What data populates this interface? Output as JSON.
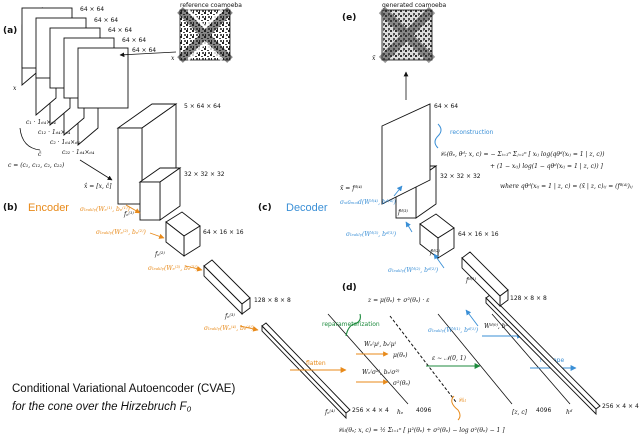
{
  "panels": {
    "a": "(a)",
    "b": "(b)",
    "c": "(c)",
    "d": "(d)",
    "e": "(e)"
  },
  "titles": {
    "encoder": "Encoder",
    "decoder": "Decoder",
    "reference": "reference coamoeba",
    "generated": "generated coamoeba"
  },
  "colors": {
    "encoder": "#e88a1a",
    "decoder": "#3a8fd6",
    "green": "#1c8a3c"
  },
  "caption": {
    "line1": "Conditional Variational Autoencoder (CVAE)",
    "line2": "for the cone over the Hirzebruch F₀"
  },
  "a": {
    "dims": [
      "64 × 64",
      "64 × 64",
      "64 × 64",
      "64 × 64",
      "64 × 64"
    ],
    "x_label": "x",
    "x_ref_label": "x",
    "c_terms": [
      "c₁ · 1₆₄×₆₄",
      "c₁₂ · 1₆₄×₆₄",
      "c₂ · 1₆₄×₆₄",
      "c₂₂ · 1₆₄×₆₄"
    ],
    "c_hat": "ĉ",
    "c_vector": "c = (c₁, c₁₂, c₂, c₂₂)"
  },
  "encoder": {
    "input_label": "x̂ = [x, ĉ]",
    "input_dim": "5 × 64 × 64",
    "dims": [
      "32 × 32 × 32",
      "64 × 16 × 16",
      "128 × 8 × 8",
      "256 × 4 × 4"
    ],
    "ops": [
      "σₗₑₐₖₗᵧ(Wₑ⁽¹⁾, bₑ⁽¹⁾)",
      "σₗₑₐₖₗᵧ(Wₑ⁽²⁾, bₑ⁽²⁾)",
      "σₗₑₐₖₗᵧ(Wₑ⁽³⁾, bₑ⁽³⁾)",
      "σₗₑₐₖₗᵧ(Wₑ⁽⁴⁾, bₑ⁽⁴⁾)"
    ],
    "layers": [
      "fₑ⁽¹⁾",
      "fₑ⁽²⁾",
      "fₑ⁽³⁾",
      "fₑ⁽⁴⁾"
    ],
    "last_layer": "fₑ⁽⁵⁾"
  },
  "decoder": {
    "dims": [
      "64 × 64",
      "32 × 32 × 32",
      "64 × 16 × 16",
      "128 × 8 × 8",
      "256 × 4 × 4"
    ],
    "ops": [
      "σₛᵢɢₘₒᵢd(Wᵈ⁽⁴⁾, bᵈ⁽⁴⁾)",
      "σₗₑₐₖₗᵧ(Wᵈ⁽³⁾, bᵈ⁽³⁾)",
      "σₗₑₐₖₗᵧ(Wᵈ⁽²⁾, bᵈ⁽²⁾)",
      "σₗₑₐₖₗᵧ(Wᵈ⁽¹⁾, bᵈ⁽¹⁾)"
    ],
    "layers": [
      "fᵈ⁽⁴⁾",
      "fᵈ⁽³⁾",
      "fᵈ⁽²⁾",
      "fᵈ⁽¹⁾"
    ],
    "output_label": "x̃ = fᵈ⁽⁴⁾",
    "recon_label": "reconstruction",
    "loss_line1": "𝒞ₑ(θₑ, θᵈ; x, c) = − Σᵢ₌₁ⁿ Σⱼ₌₁ⁿ [ xᵢⱼ log(qθᵈ(xᵢⱼ = 1 | z, c))",
    "loss_line2": "+ (1 − xᵢⱼ) log(1 − qθᵈ(xᵢⱼ = 1 | z, c)) ]",
    "loss_line3": "where   qθᵈ(xᵢⱼ = 1 | z, c) = (x̃ | z, c)ᵢⱼ = (fᵈ⁽⁴⁾)ᵢⱼ",
    "hat_x": "x̃"
  },
  "latent": {
    "z_eq": "z = μ(θₑ) + σ²(θₑ) · ε",
    "reparam": "reparameterization",
    "w_mu": "Wₑ⁽µ⁾, bₑ⁽µ⁾",
    "w_sigma": "Wₑ⁽σ²⁾, bₑ⁽σ²⁾",
    "mu": "μ(θₑ)",
    "sigma": "σ²(θₑ)",
    "flatten": "flatten",
    "eps": "ε ∼ 𝒩(0, 1)",
    "w_d": "Wᵈ⁽⁰⁾, bᵈ⁽⁰⁾",
    "reshape": "reshape",
    "dim_left": "4096",
    "dim_right": "4096",
    "h_e": "hₑ",
    "h_d": "hᵈ",
    "zc": "[z, c]",
    "kl_tag": "𝒞ₖₗ",
    "kl_loss": "𝒞ₖₗ(θₑ; x, c) = ½ Σₗ₌₁ⁿ [ μ²(θₑ) + σ²(θₑ) − log σ²(θₑ) − 1 ]"
  }
}
